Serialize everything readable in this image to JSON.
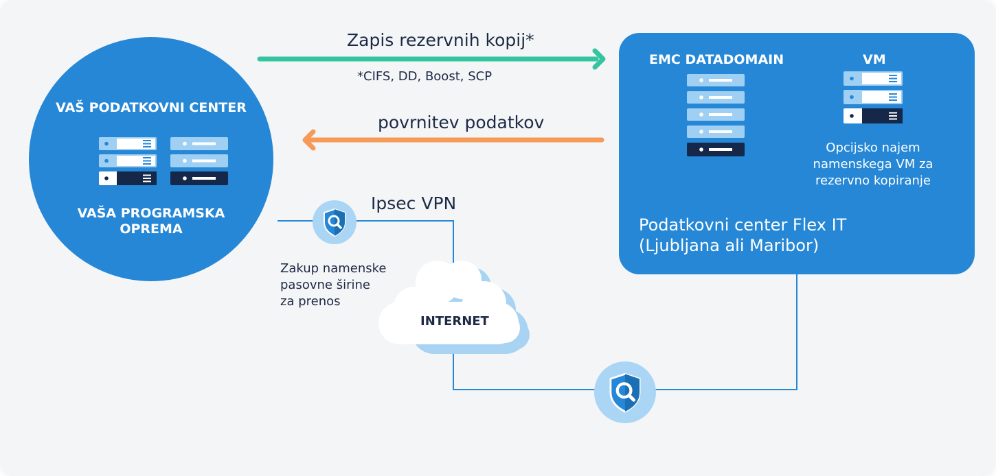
{
  "flows": {
    "backup_label": "Zapis rezervnih kopij*",
    "backup_protocols": "*CIFS, DD, Boost, SCP",
    "restore_label": "povrnitev podatkov"
  },
  "your_dc": {
    "title": "VAŠ PODATKOVNI CENTER",
    "software_line1": "VAŠA PROGRAMSKA",
    "software_line2": "OPREMA"
  },
  "flex_dc": {
    "datadomain_label": "EMC DATADOMAIN",
    "vm_label": "VM",
    "vm_note_line1": "Opcijsko najem",
    "vm_note_line2": "namenskega VM za",
    "vm_note_line3": "rezervno kopiranje",
    "name_line1": "Podatkovni center Flex IT",
    "name_line2": "(Ljubljana ali Maribor)"
  },
  "network": {
    "vpn_label": "Ipsec VPN",
    "bandwidth_line1": "Zakup namenske",
    "bandwidth_line2": "pasovne širine",
    "bandwidth_line3": "za prenos",
    "internet_label": "INTERNET"
  },
  "colors": {
    "backup_arrow": "#34c4a0",
    "restore_arrow": "#f59a57",
    "primary_blue": "#2587d6",
    "line_blue": "#2587d6",
    "server_light": "#9fd0f3",
    "server_dark": "#16284a",
    "shield_bg": "#abd5f5"
  },
  "icons": {
    "shield": "shield-search-icon",
    "cloud": "cloud-icon",
    "server": "server-rack-icon"
  }
}
